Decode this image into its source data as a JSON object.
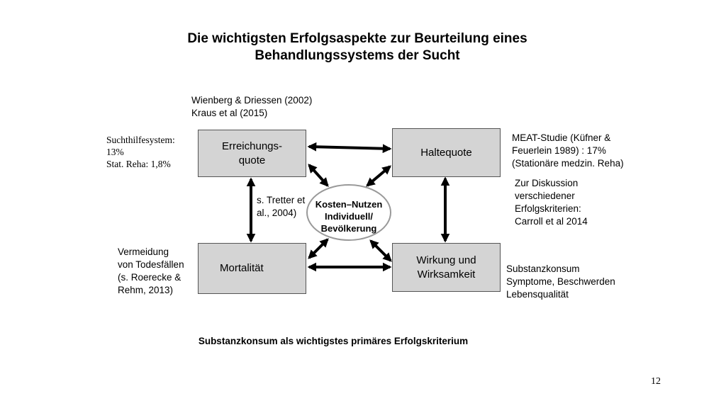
{
  "title_line1": "Die wichtigsten Erfolgsaspekte zur Beurteilung eines",
  "title_line2": "Behandlungssystems der Sucht",
  "nodes": {
    "reach_line1": "Erreichungs-",
    "reach_line2": "quote",
    "retention": "Haltequote",
    "mortality": "Mortalität",
    "effect_line1": "Wirkung und",
    "effect_line2": "Wirksamkeit",
    "center_line1": "Kosten–Nutzen",
    "center_line2": "Individuell/",
    "center_line3": "Bevölkerung"
  },
  "notes": {
    "wienberg_line1": "Wienberg  & Driessen (2002)",
    "wienberg_line2": "Kraus et al (2015)",
    "suchthilfe_line1": "Suchthilfesystem:",
    "suchthilfe_line2": "13%",
    "suchthilfe_line3": "Stat. Reha: 1,8%",
    "meat_line1": "MEAT-Studie (Küfner &",
    "meat_line2": "Feuerlein 1989) : 17%",
    "meat_line3": "(Stationäre medzin. Reha)",
    "diskussion_line1": "Zur Diskussion",
    "diskussion_line2": "verschiedener",
    "diskussion_line3": "Erfolgskriterien:",
    "diskussion_line4": "Carroll et al 2014",
    "tretter_line1": "s. Tretter et",
    "tretter_line2": "al., 2004)",
    "vermeidung_line1": "Vermeidung",
    "vermeidung_line2": "von Todesfällen",
    "vermeidung_line3": "(s. Roerecke &",
    "vermeidung_line4": "Rehm, 2013)",
    "substanz_line1": "Substanzkonsum",
    "substanz_line2": "Symptome, Beschwerden",
    "substanz_line3": "Lebensqualität"
  },
  "bottom_text": "Substanzkonsum als wichtigstes primäres Erfolgskriterium",
  "page_number": "12"
}
